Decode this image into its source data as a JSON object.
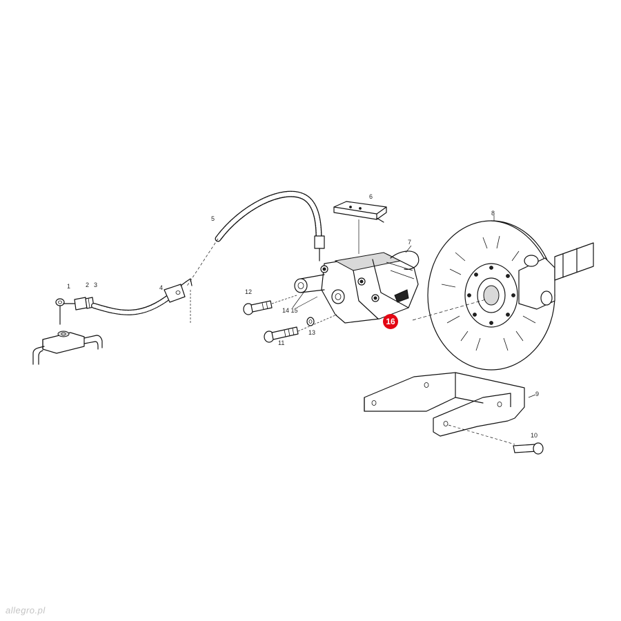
{
  "callouts": {
    "c1": "1",
    "c2": "2",
    "c3": "3",
    "c4": "4",
    "c5": "5",
    "c6": "6",
    "c7": "7",
    "c8": "8",
    "c9": "9",
    "c10": "10",
    "c11": "11",
    "c12": "12",
    "c13": "13",
    "c14_15": "14 15",
    "c16": "16"
  },
  "highlight": {
    "label": "16",
    "color": "#e30613"
  },
  "watermark": "allegro.pl"
}
